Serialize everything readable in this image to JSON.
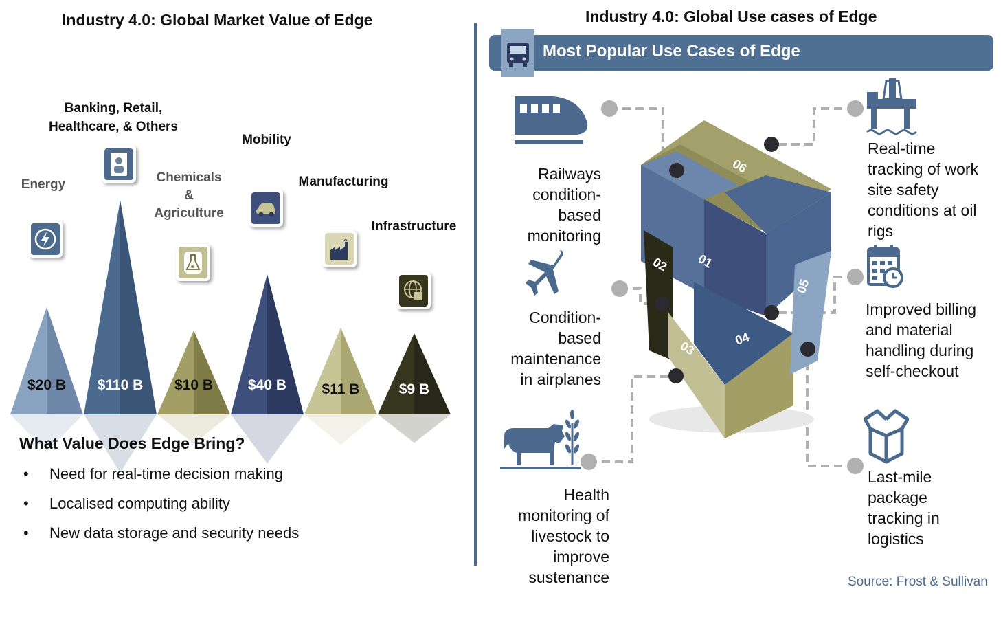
{
  "left": {
    "title": "Industry 4.0: Global Market Value of Edge",
    "categories": [
      {
        "label": "Energy",
        "icon": "lightning-icon"
      },
      {
        "label": "Banking, Retail,\nHealthcare, & Others",
        "icon": "person-card-icon"
      },
      {
        "label": "Chemicals\n&\nAgriculture",
        "icon": "flask-icon"
      },
      {
        "label": "Mobility",
        "icon": "car-icon"
      },
      {
        "label": "Manufacturing",
        "icon": "factory-icon"
      },
      {
        "label": "Infrastructure",
        "icon": "globe-building-icon"
      }
    ],
    "value_heading": "What Value Does Edge Bring?",
    "bullets": [
      "Need for real-time decision making",
      "Localised computing ability",
      "New data storage and security needs"
    ]
  },
  "chart_data": {
    "type": "bar",
    "title": "Industry 4.0: Global Market Value of Edge",
    "categories": [
      "Energy",
      "Banking, Retail, Healthcare, & Others",
      "Chemicals & Agriculture",
      "Mobility",
      "Manufacturing",
      "Infrastructure"
    ],
    "values": [
      20,
      110,
      10,
      40,
      11,
      9
    ],
    "value_labels": [
      "$20 B",
      "$110 B",
      "$10 B",
      "$40 B",
      "$11 B",
      "$9 B"
    ],
    "colors": [
      "#8aa3c1",
      "#4b6a8e",
      "#a29e66",
      "#3e4f7c",
      "#c7c496",
      "#36361e"
    ],
    "colors_dark": [
      "#6f87a8",
      "#3a5576",
      "#7f7c48",
      "#2c3a60",
      "#aaa772",
      "#28281a"
    ],
    "mark": "triangle"
  },
  "right": {
    "title": "Industry 4.0: Global Use cases of Edge",
    "banner": "Most Popular Use Cases of Edge",
    "use_cases": [
      {
        "text": "Railways\ncondition-\nbased\nmonitoring",
        "icon": "train-icon"
      },
      {
        "text": "Condition-\nbased\nmaintenance\nin airplanes",
        "icon": "airplane-icon"
      },
      {
        "text": "Health\nmonitoring of\nlivestock to\nimprove\nsustenance",
        "icon": "cow-wheat-icon"
      },
      {
        "text": "Real-time\ntracking of work\nsite safety\nconditions at oil\nrigs",
        "icon": "oil-rig-icon"
      },
      {
        "text": "Improved billing\nand material\nhandling during\nself-checkout",
        "icon": "calendar-clock-icon"
      },
      {
        "text": "Last-mile\npackage\ntracking in\nlogistics",
        "icon": "box-icon"
      }
    ],
    "cube_labels": [
      "01",
      "02",
      "03",
      "04",
      "05",
      "06"
    ],
    "source": "Source: Frost & Sullivan"
  }
}
